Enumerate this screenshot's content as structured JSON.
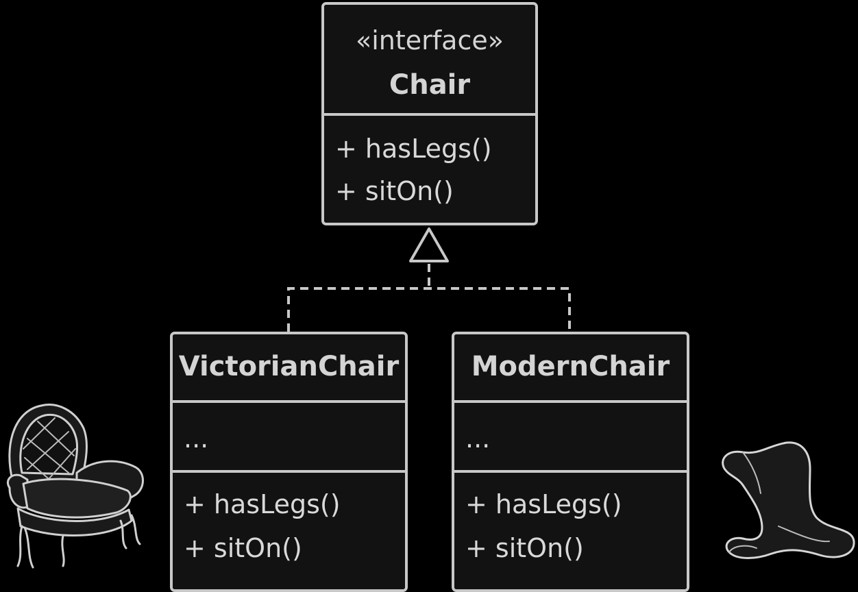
{
  "interface": {
    "stereotype": "«interface»",
    "name": "Chair",
    "methods": [
      "+ hasLegs()",
      "+ sitOn()"
    ]
  },
  "classes": [
    {
      "name": "VictorianChair",
      "fields": "...",
      "methods": [
        "+ hasLegs()",
        "+ sitOn()"
      ]
    },
    {
      "name": "ModernChair",
      "fields": "...",
      "methods": [
        "+ hasLegs()",
        "+ sitOn()"
      ]
    }
  ],
  "illustrations": [
    "victorian-armchair-icon",
    "modern-chair-icon"
  ],
  "colors": {
    "background": "#000000",
    "stroke": "#c8c8c8",
    "box_fill": "#121212",
    "text": "#d9d9d9"
  }
}
